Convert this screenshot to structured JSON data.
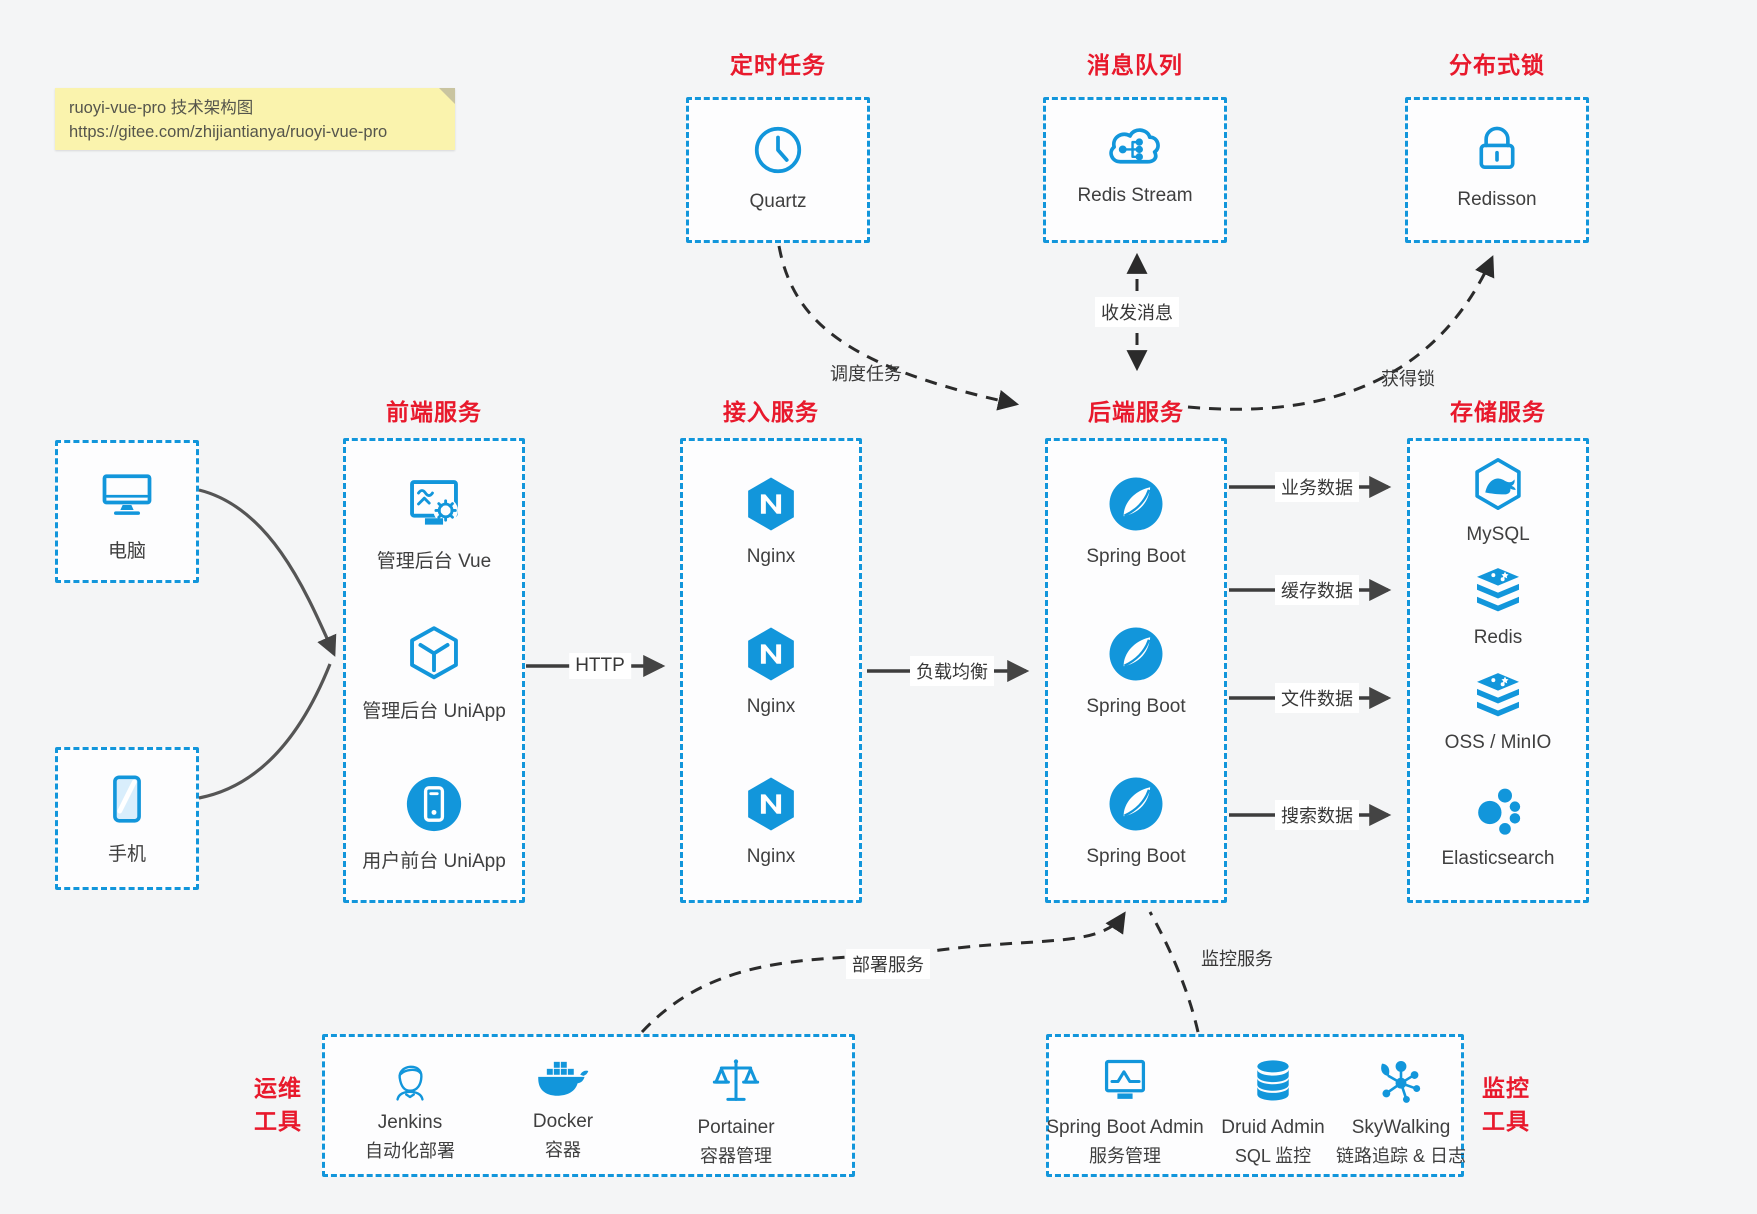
{
  "note": {
    "line1": "ruoyi-vue-pro 技术架构图",
    "line2": "https://gitee.com/zhijiantianya/ruoyi-vue-pro"
  },
  "top_groups": [
    {
      "title": "定时任务",
      "item": {
        "icon": "clock-icon",
        "label": "Quartz"
      }
    },
    {
      "title": "消息队列",
      "item": {
        "icon": "message-cloud-icon",
        "label": "Redis Stream"
      }
    },
    {
      "title": "分布式锁",
      "item": {
        "icon": "lock-icon",
        "label": "Redisson"
      }
    }
  ],
  "clients": [
    {
      "icon": "desktop-icon",
      "label": "电脑"
    },
    {
      "icon": "phone-icon",
      "label": "手机"
    }
  ],
  "columns": [
    {
      "title": "前端服务",
      "items": [
        {
          "icon": "admin-vue-icon",
          "label": "管理后台 Vue"
        },
        {
          "icon": "uniapp-cube-icon",
          "label": "管理后台 UniApp"
        },
        {
          "icon": "user-uniapp-icon",
          "label": "用户前台 UniApp"
        }
      ]
    },
    {
      "title": "接入服务",
      "items": [
        {
          "icon": "nginx-icon",
          "label": "Nginx"
        },
        {
          "icon": "nginx-icon",
          "label": "Nginx"
        },
        {
          "icon": "nginx-icon",
          "label": "Nginx"
        }
      ]
    },
    {
      "title": "后端服务",
      "items": [
        {
          "icon": "spring-boot-icon",
          "label": "Spring Boot"
        },
        {
          "icon": "spring-boot-icon",
          "label": "Spring Boot"
        },
        {
          "icon": "spring-boot-icon",
          "label": "Spring Boot"
        }
      ]
    },
    {
      "title": "存储服务",
      "items": [
        {
          "icon": "mysql-icon",
          "label": "MySQL"
        },
        {
          "icon": "redis-stack-icon",
          "label": "Redis"
        },
        {
          "icon": "redis-stack-icon",
          "label": "OSS / MinIO"
        },
        {
          "icon": "elasticsearch-icon",
          "label": "Elasticsearch"
        }
      ]
    }
  ],
  "bottom_groups": [
    {
      "title_line1": "运维",
      "title_line2": "工具",
      "items": [
        {
          "icon": "jenkins-icon",
          "label": "Jenkins",
          "sublabel": "自动化部署"
        },
        {
          "icon": "docker-icon",
          "label": "Docker",
          "sublabel": "容器"
        },
        {
          "icon": "portainer-icon",
          "label": "Portainer",
          "sublabel": "容器管理"
        }
      ]
    },
    {
      "title_line1": "监控",
      "title_line2": "工具",
      "items": [
        {
          "icon": "spring-boot-admin-icon",
          "label": "Spring Boot Admin",
          "sublabel": "服务管理"
        },
        {
          "icon": "druid-icon",
          "label": "Druid Admin",
          "sublabel": "SQL 监控"
        },
        {
          "icon": "skywalking-icon",
          "label": "SkyWalking",
          "sublabel": "链路追踪 & 日志"
        }
      ]
    }
  ],
  "edges": {
    "http": "HTTP",
    "load_balance": "负载均衡",
    "business_data": "业务数据",
    "cache_data": "缓存数据",
    "file_data": "文件数据",
    "search_data": "搜索数据",
    "schedule_task": "调度任务",
    "send_receive_msg": "收发消息",
    "acquire_lock": "获得锁",
    "deploy_service": "部署服务",
    "monitor_service": "监控服务"
  },
  "colors": {
    "accent_blue": "#1296db",
    "title_red": "#e8192c",
    "note_bg": "#faf3ad",
    "arrow_dark": "#444444"
  }
}
